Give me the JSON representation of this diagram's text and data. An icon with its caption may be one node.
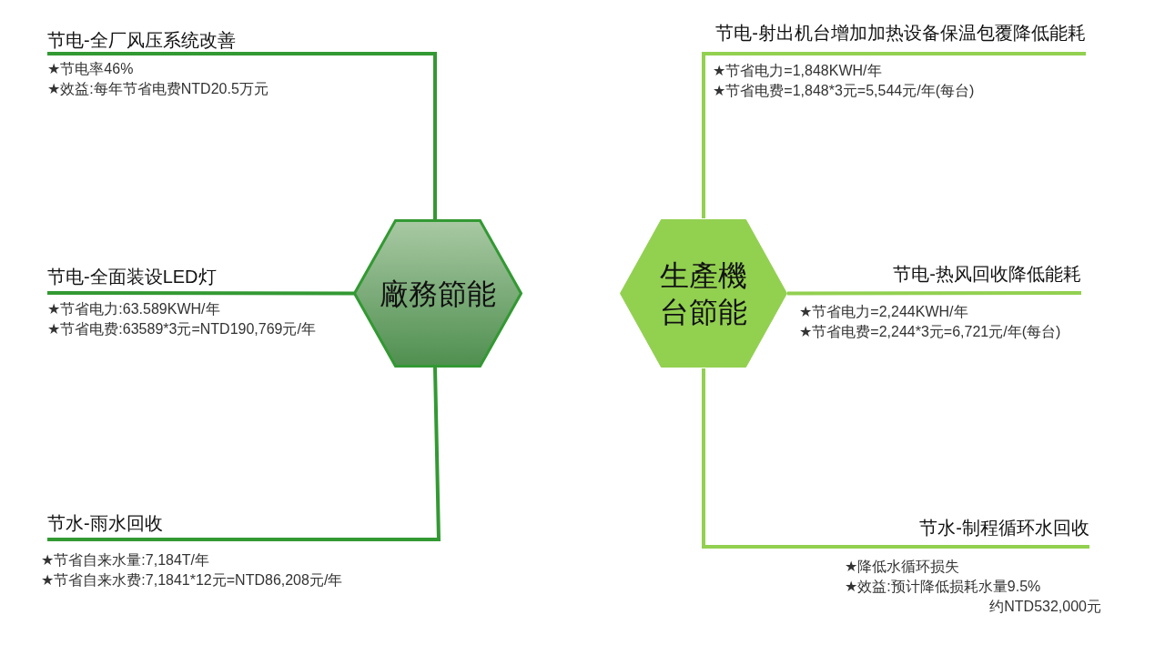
{
  "diagram": {
    "nodes": [
      {
        "text": [
          "廠務節能"
        ]
      },
      {
        "text": [
          "生產機台節能"
        ]
      },
      {
        "text": [
          "节电-全厂风压系统改善"
        ],
        "beside": [
          "★节电率46%",
          "★效益:每年节省电费NTD20.5万元"
        ]
      },
      {
        "text": [
          "节电-全面装设LED灯"
        ],
        "beside": [
          "★节省电力:63.589KWH/年",
          "★节省电费:63589*3元=NTD190,769元/年"
        ]
      },
      {
        "text": [
          "节水-雨水回收"
        ],
        "beside": [
          "★节省自来水量:7,184T/年",
          "★节省自来水费:7,1841*12元=NTD86,208元/年"
        ]
      },
      {
        "text": [
          "节电-射出机台增加加热设备保温包覆降低能耗"
        ],
        "beside": [
          "★节省电力=1,848KWH/年",
          "★节省电费=1,848*3元=5,544元/年(每台)"
        ]
      },
      {
        "text": [
          "节电-热风回收降低能耗"
        ],
        "beside": [
          "★节省电力=2,244KWH/年",
          "★节省电费=2,244*3元=6,721元/年(每台)"
        ]
      },
      {
        "text": [
          "节水-制程循环水回收"
        ],
        "beside": [
          "★降低水循环损失",
          "★效益:预计降低损耗水量9.5%",
          "约NTD532,000元"
        ]
      }
    ],
    "edges": [
      {
        "from": 0,
        "to": 2,
        "arrow": "none",
        "color": "#339933"
      },
      {
        "from": 0,
        "to": 3,
        "arrow": "none",
        "color": "#339933"
      },
      {
        "from": 0,
        "to": 4,
        "arrow": "none",
        "color": "#339933"
      },
      {
        "from": 1,
        "to": 5,
        "arrow": "none",
        "color": "#92d050"
      },
      {
        "from": 1,
        "to": 6,
        "arrow": "none",
        "color": "#92d050"
      },
      {
        "from": 1,
        "to": 7,
        "arrow": "none",
        "color": "#92d050"
      }
    ]
  }
}
